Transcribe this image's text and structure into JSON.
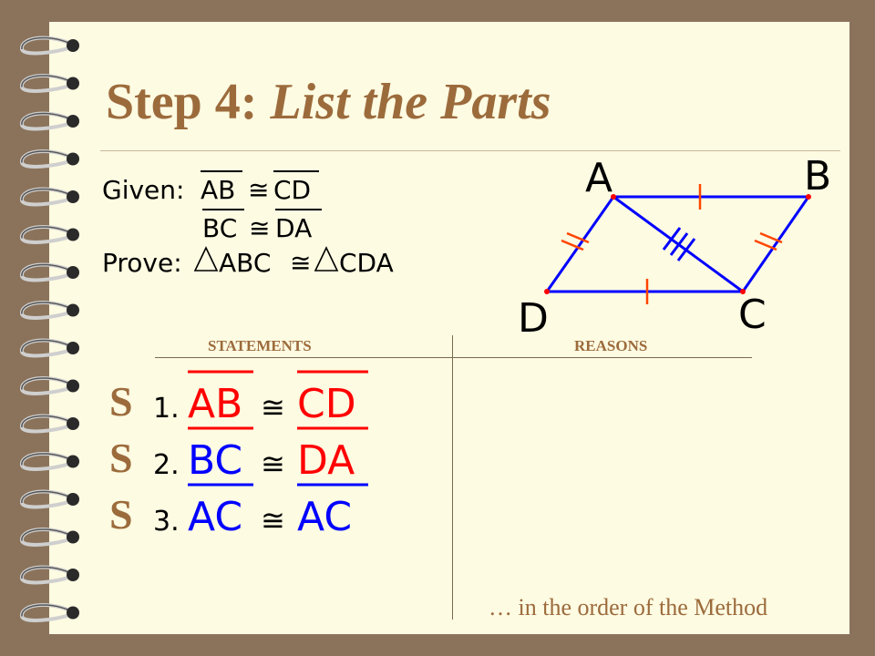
{
  "slide": {
    "title_prefix": "Step 4:",
    "title_italic": "List the Parts",
    "footer_note": "… in the order of the Method"
  },
  "given_block": {
    "given_label": "Given:",
    "prove_label": "Prove:",
    "given_1": {
      "left": "AB",
      "symbol": "≅",
      "right": "CD"
    },
    "given_2": {
      "left": "BC",
      "symbol": "≅",
      "right": "DA"
    },
    "prove": {
      "left": "ABC",
      "symbol": "≅",
      "right": "CDA"
    }
  },
  "figure": {
    "vertices": [
      "A",
      "B",
      "C",
      "D"
    ],
    "colors": {
      "side_marks": "#ff4500",
      "diagonal_marks": "#0000ff",
      "edges": "#0000ff",
      "vertex_dot": "#ff0000"
    }
  },
  "table": {
    "statements_header": "STATEMENTS",
    "reasons_header": "REASONS",
    "rows": [
      {
        "letter": "S",
        "number": "1.",
        "left": "AB",
        "symbol": "≅",
        "right": "CD",
        "left_color": "#ff0000",
        "right_color": "#ff0000"
      },
      {
        "letter": "S",
        "number": "2.",
        "left": "BC",
        "symbol": "≅",
        "right": "DA",
        "left_color": "#0000ff",
        "right_color": "#ff0000"
      },
      {
        "letter": "S",
        "number": "3.",
        "left": "AC",
        "symbol": "≅",
        "right": "AC",
        "left_color": "#0000ff",
        "right_color": "#0000ff"
      }
    ]
  },
  "colors": {
    "accent_brown": "#9c6b3c",
    "paper": "#fdfbe2",
    "background": "#8b735b"
  }
}
